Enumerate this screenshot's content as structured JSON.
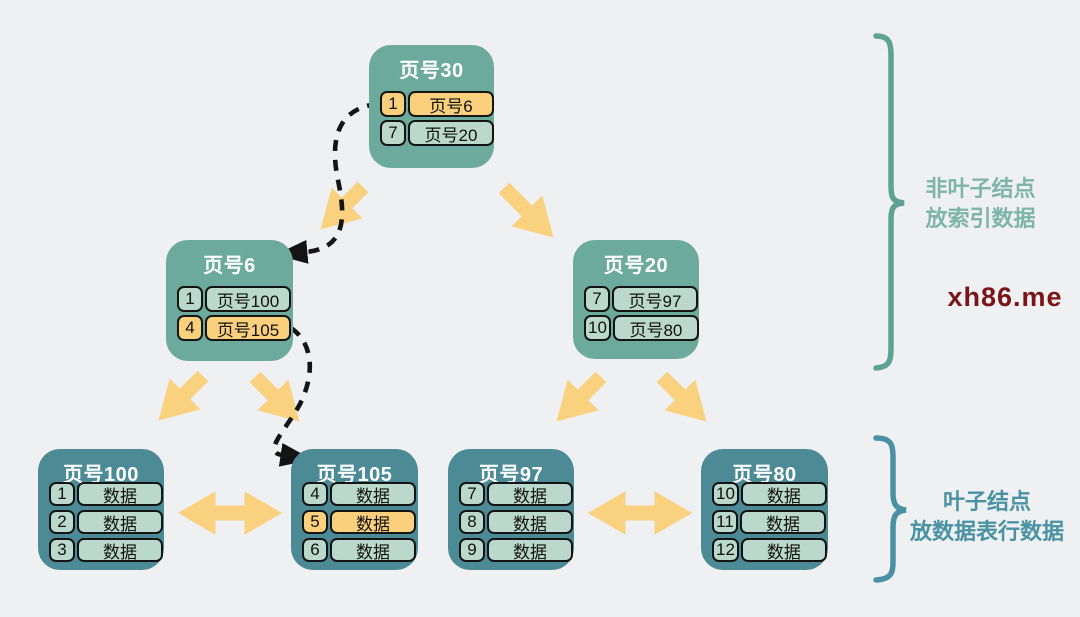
{
  "diagram": {
    "type": "b-plus-tree-index",
    "background": "#EEF0F2"
  },
  "colors": {
    "inner_node_bg": "#6CAB9B",
    "leaf_node_bg": "#4C8B96",
    "cell_light": "#BAD8CB",
    "cell_highlight": "#FAD07C",
    "arrow_yellow": "#FAD17E",
    "dashed_arrow": "#141414",
    "brace_top": "#5EA294",
    "brace_bottom": "#4A92A3",
    "label_top_color": "#7FB5A8",
    "label_bottom_color": "#4A92A3",
    "watermark_color": "#7A1517"
  },
  "nodes": [
    {
      "id": "page30",
      "title": "页号30",
      "type": "inner",
      "rows": [
        {
          "key": "1",
          "value": "页号6",
          "highlight": true
        },
        {
          "key": "7",
          "value": "页号20",
          "highlight": false
        }
      ]
    },
    {
      "id": "page6",
      "title": "页号6",
      "type": "inner",
      "rows": [
        {
          "key": "1",
          "value": "页号100",
          "highlight": false
        },
        {
          "key": "4",
          "value": "页号105",
          "highlight": true
        }
      ]
    },
    {
      "id": "page20",
      "title": "页号20",
      "type": "inner",
      "rows": [
        {
          "key": "7",
          "value": "页号97",
          "highlight": false
        },
        {
          "key": "10",
          "value": "页号80",
          "highlight": false
        }
      ]
    },
    {
      "id": "page100",
      "title": "页号100",
      "type": "leaf",
      "rows": [
        {
          "key": "1",
          "value": "数据",
          "highlight": false
        },
        {
          "key": "2",
          "value": "数据",
          "highlight": false
        },
        {
          "key": "3",
          "value": "数据",
          "highlight": false
        }
      ]
    },
    {
      "id": "page105",
      "title": "页号105",
      "type": "leaf",
      "rows": [
        {
          "key": "4",
          "value": "数据",
          "highlight": false
        },
        {
          "key": "5",
          "value": "数据",
          "highlight": true
        },
        {
          "key": "6",
          "value": "数据",
          "highlight": false
        }
      ]
    },
    {
      "id": "page97",
      "title": "页号97",
      "type": "leaf",
      "rows": [
        {
          "key": "7",
          "value": "数据",
          "highlight": false
        },
        {
          "key": "8",
          "value": "数据",
          "highlight": false
        },
        {
          "key": "9",
          "value": "数据",
          "highlight": false
        }
      ]
    },
    {
      "id": "page80",
      "title": "页号80",
      "type": "leaf",
      "rows": [
        {
          "key": "10",
          "value": "数据",
          "highlight": false
        },
        {
          "key": "11",
          "value": "数据",
          "highlight": false
        },
        {
          "key": "12",
          "value": "数据",
          "highlight": false
        }
      ]
    }
  ],
  "arrows": [
    {
      "from": "page30",
      "to": "page6",
      "style": "solid-yellow"
    },
    {
      "from": "page30",
      "to": "page20",
      "style": "solid-yellow"
    },
    {
      "from": "page6",
      "to": "page100",
      "style": "solid-yellow"
    },
    {
      "from": "page6",
      "to": "page105",
      "style": "solid-yellow"
    },
    {
      "from": "page20",
      "to": "page97",
      "style": "solid-yellow"
    },
    {
      "from": "page20",
      "to": "page80",
      "style": "solid-yellow"
    },
    {
      "from": "page100",
      "to": "page105",
      "style": "double-yellow"
    },
    {
      "from": "page97",
      "to": "page80",
      "style": "double-yellow"
    },
    {
      "from": "page30.row1",
      "to": "page6",
      "style": "dashed-black-search-path"
    },
    {
      "from": "page6.row2",
      "to": "page105",
      "style": "dashed-black-search-path"
    }
  ],
  "annotations": {
    "top_label_line1": "非叶子结点",
    "top_label_line2": "放索引数据",
    "bottom_label_line1": "叶子结点",
    "bottom_label_line2": "放数据表行数据",
    "watermark": "xh86.me"
  }
}
